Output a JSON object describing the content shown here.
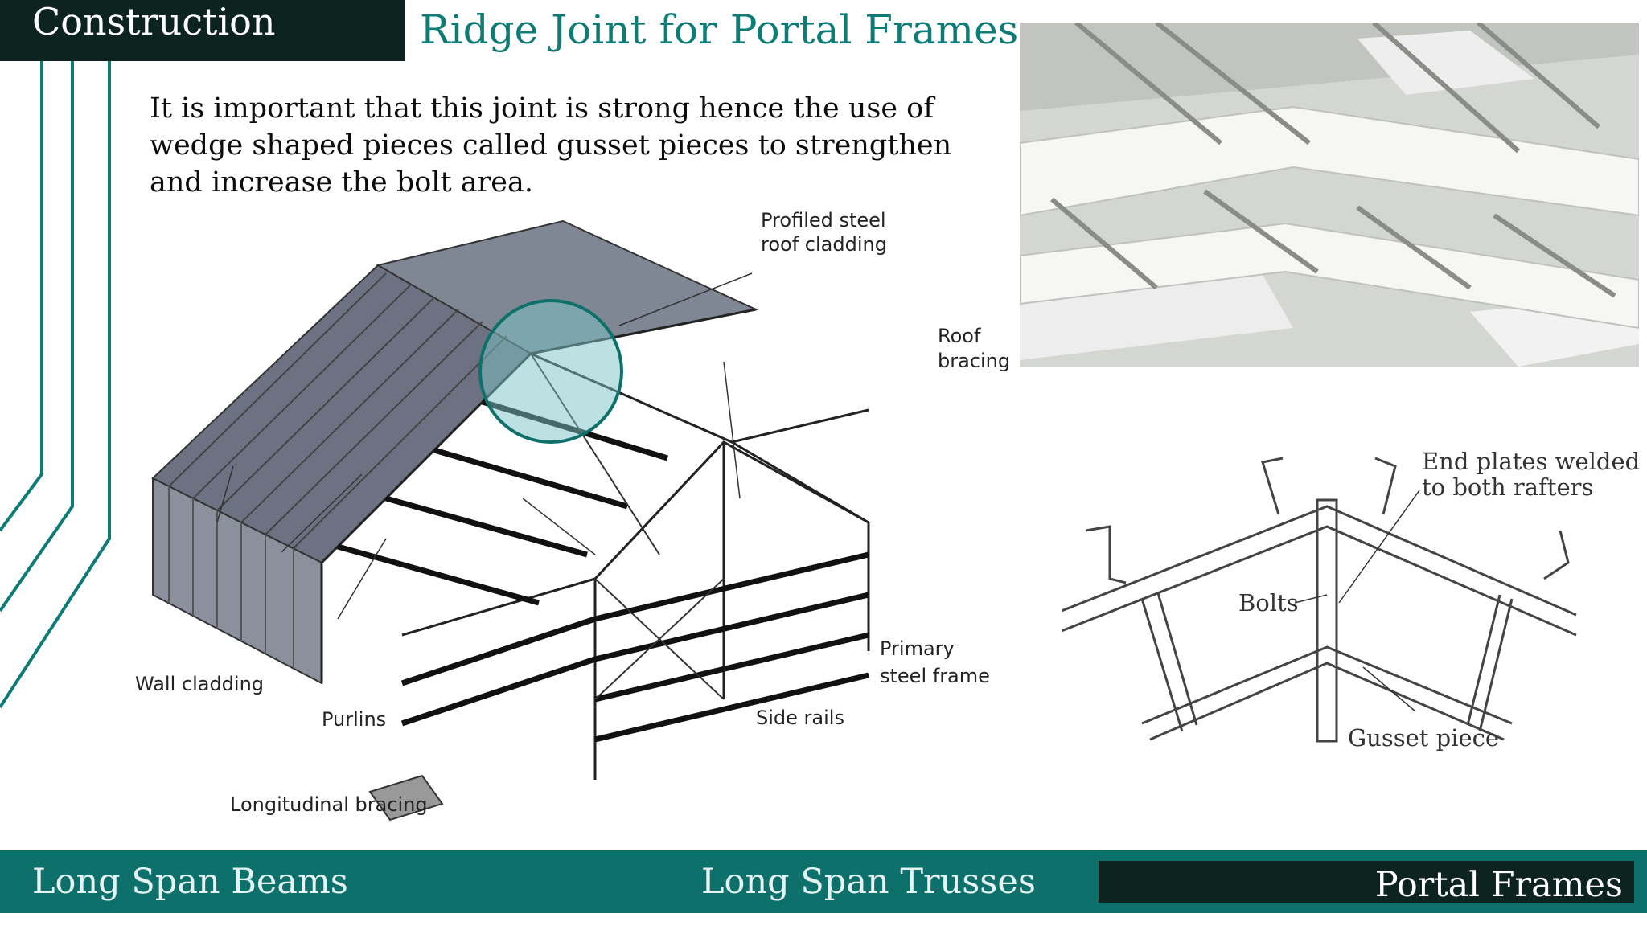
{
  "section_tag": "Construction",
  "title": "Ridge Joint for Portal Frames",
  "body_text": "It is important that this joint is strong hence the use of wedge shaped pieces called gusset pieces to strengthen and increase the bolt area.",
  "colors": {
    "teal": "#0d706b",
    "dark": "#0c2320",
    "title": "#0d7b76"
  },
  "diagram_labels": {
    "roof_cladding_1": "Profiled steel",
    "roof_cladding_2": "roof cladding",
    "roof_bracing_1": "Roof",
    "roof_bracing_2": "bracing",
    "primary_frame_1": "Primary",
    "primary_frame_2": "steel frame",
    "wall_cladding": "Wall cladding",
    "purlins": "Purlins",
    "side_rails": "Side rails",
    "longitudinal_bracing": "Longitudinal bracing"
  },
  "detail_labels": {
    "end_plates_1": "End plates welded",
    "end_plates_2": "to both rafters",
    "bolts": "Bolts",
    "gusset_piece": "Gusset piece"
  },
  "bottom_nav": {
    "item1": "Long Span Beams",
    "item2": "Long Span Trusses",
    "item3": "Portal Frames"
  }
}
